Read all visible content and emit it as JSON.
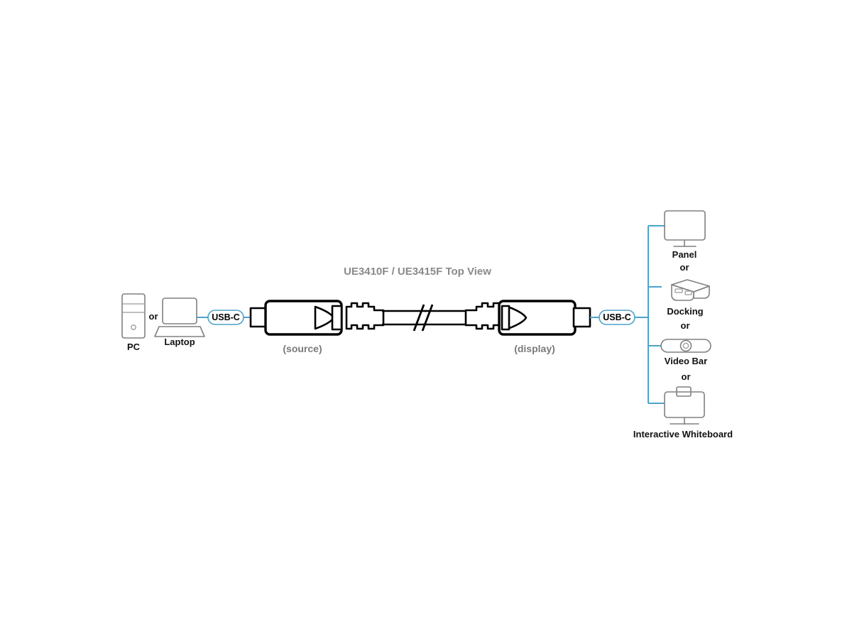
{
  "diagram": {
    "title": "UE3410F / UE3415F Top View",
    "background_color": "#ffffff",
    "accent_color": "#4ea3cc",
    "title_color": "#8a8a8a",
    "device_outline_color": "#808080",
    "cable_color": "#000000"
  },
  "source_side": {
    "devices": [
      {
        "name": "pc",
        "label": "PC",
        "icon": "desktop-tower-icon"
      },
      {
        "name": "laptop",
        "label": "Laptop",
        "icon": "laptop-icon"
      }
    ],
    "conjunction": "or",
    "port_badge": "USB-C"
  },
  "cable": {
    "source_end_label": "(source)",
    "display_end_label": "(display)",
    "break_symbol": "//"
  },
  "display_side": {
    "port_badge": "USB-C",
    "conjunction": "or",
    "devices": [
      {
        "name": "panel",
        "label": "Panel",
        "icon": "monitor-icon"
      },
      {
        "name": "docking",
        "label": "Docking",
        "icon": "docking-station-icon"
      },
      {
        "name": "video-bar",
        "label": "Video Bar",
        "icon": "video-bar-icon"
      },
      {
        "name": "interactive-whiteboard",
        "label": "Interactive Whiteboard",
        "icon": "whiteboard-icon"
      }
    ],
    "separators": [
      "or",
      "or",
      "or"
    ]
  }
}
